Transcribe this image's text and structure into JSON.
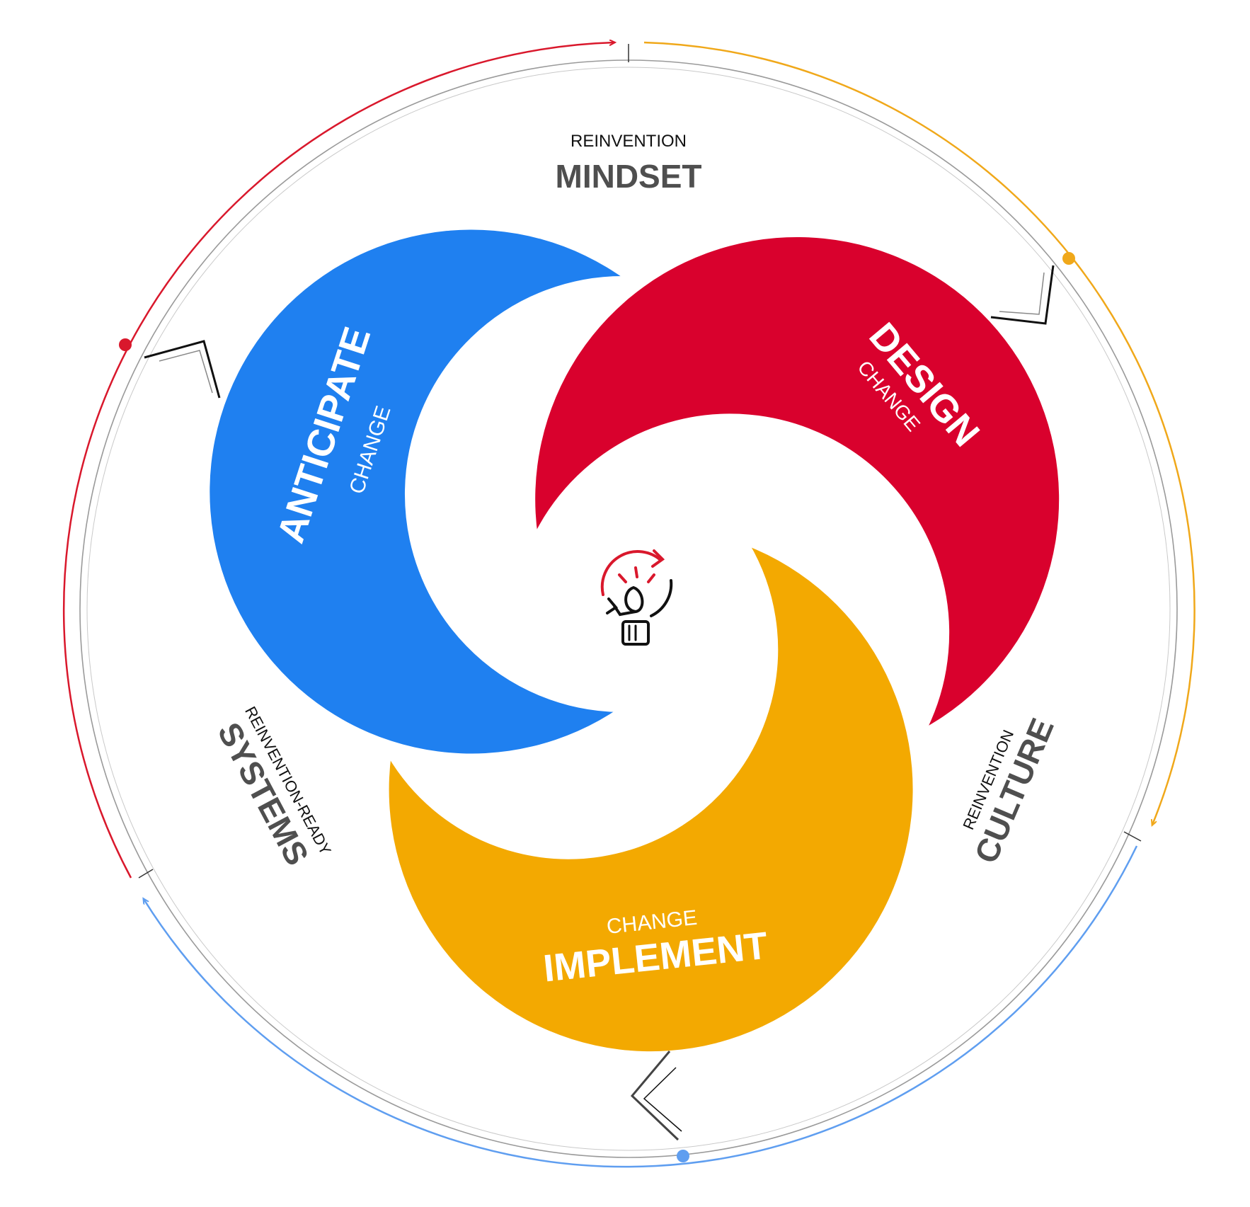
{
  "colors": {
    "blue": "#1f80f0",
    "red": "#d9012d",
    "yellow": "#f3a901",
    "ring": "#9a9a9a",
    "label_dark": "#4f4f4f",
    "arc_red": "#d9182c",
    "arc_yellow": "#f0a81a",
    "arc_blue": "#5f9ef0"
  },
  "mindset": {
    "small": "REINVENTION",
    "big": "MINDSET"
  },
  "systems": {
    "small": "REINVENTION-READY",
    "big": "SYSTEMS"
  },
  "culture": {
    "small": "REINVENTION",
    "big": "CULTURE"
  },
  "anticipate": {
    "big": "ANTICIPATE",
    "small": "CHANGE"
  },
  "design": {
    "big": "DESIGN",
    "small": "CHANGE"
  },
  "implement": {
    "big": "IMPLEMENT",
    "small": "CHANGE"
  },
  "center_icon": "lightbulb-cycle-icon"
}
